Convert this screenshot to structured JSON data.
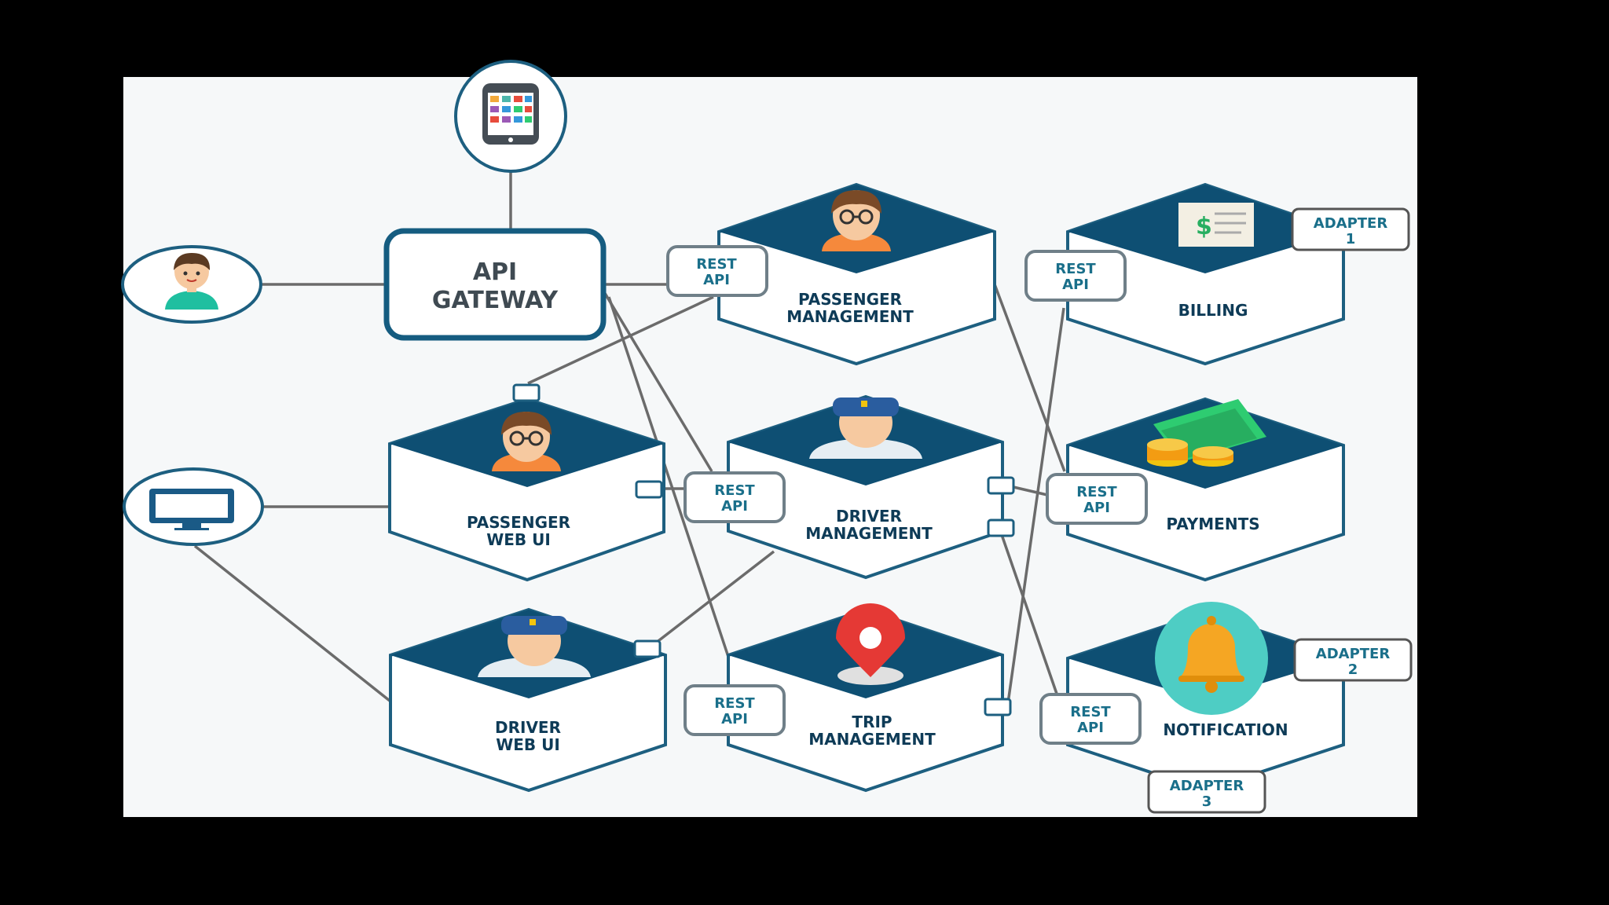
{
  "gateway": {
    "line1": "API",
    "line2": "GATEWAY"
  },
  "services": {
    "passenger_management": {
      "line1": "PASSENGER",
      "line2": "MANAGEMENT"
    },
    "billing": {
      "line1": "BILLING"
    },
    "passenger_web_ui": {
      "line1": "PASSENGER",
      "line2": "WEB UI"
    },
    "driver_management": {
      "line1": "DRIVER",
      "line2": "MANAGEMENT"
    },
    "payments": {
      "line1": "PAYMENTS"
    },
    "driver_web_ui": {
      "line1": "DRIVER",
      "line2": "WEB UI"
    },
    "trip_management": {
      "line1": "TRIP",
      "line2": "MANAGEMENT"
    },
    "notification": {
      "line1": "NOTIFICATION"
    }
  },
  "rest_api": {
    "line1": "REST",
    "line2": "API"
  },
  "adapters": [
    {
      "line1": "ADAPTER",
      "line2": "1"
    },
    {
      "line1": "ADAPTER",
      "line2": "2"
    },
    {
      "line1": "ADAPTER",
      "line2": "3"
    }
  ],
  "icons": {
    "client_mobile": "mobile-phone-icon",
    "client_user": "user-avatar-icon",
    "client_desktop": "monitor-icon"
  },
  "colors": {
    "hex_top": "#0e4f73",
    "hex_stroke": "#1d5f80",
    "connector": "#6b6b6b",
    "label": "#0e3b57"
  }
}
